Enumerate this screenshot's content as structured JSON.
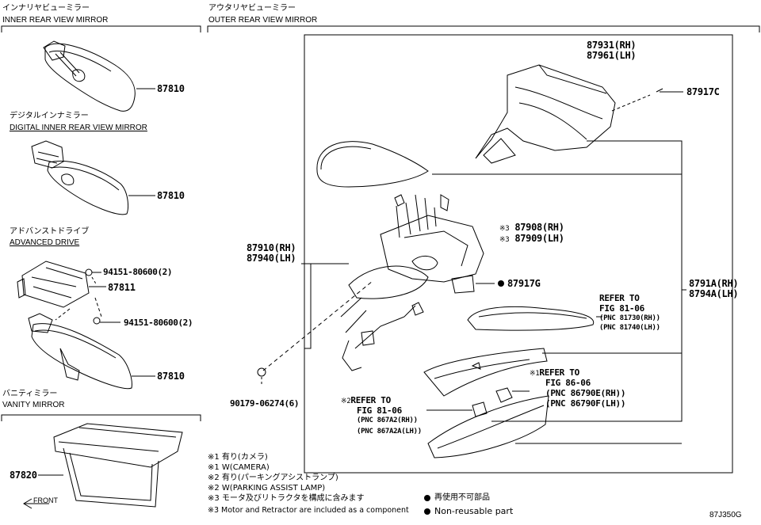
{
  "sections": {
    "inner": {
      "title_jp": "インナリヤビューミラー",
      "title_en": "INNER REAR VIEW MIRROR",
      "part": "87810"
    },
    "digital": {
      "title_jp": "デジタルインナミラー",
      "title_en": "DIGITAL INNER REAR VIEW MIRROR",
      "part": "87810"
    },
    "advanced": {
      "title_jp": "アドバンストドライブ",
      "title_en": "ADVANCED DRIVE",
      "part_bracket": "87811",
      "bolt_top": "94151-80600(2)",
      "bolt_bottom": "94151-80600(2)",
      "part_mirror": "87810"
    },
    "vanity": {
      "title_jp": "バニティミラー",
      "title_en": "VANITY MIRROR",
      "part": "87820",
      "front": "FRONT"
    },
    "outer": {
      "title_jp": "アウタリヤビューミラー",
      "title_en": "OUTER REAR VIEW MIRROR"
    }
  },
  "outer_parts": {
    "housing_rh": "87931(RH)",
    "housing_lh": "87961(LH)",
    "screw": "87917C",
    "retractor_rh": "87908(RH)",
    "retractor_lh": "87909(LH)",
    "retractor_mark": "※3",
    "assy_rh": "87910(RH)",
    "assy_lh": "87940(LH)",
    "pad": "87917G",
    "sub_rh": "8791A(RH)",
    "sub_lh": "8794A(LH)",
    "ref1_title": "REFER TO",
    "ref1_fig": "FIG 81-06",
    "ref1_pnc1": "(PNC 81730(RH))",
    "ref1_pnc2": "(PNC 81740(LH))",
    "ref2_mark": "※1",
    "ref2_title": "REFER TO",
    "ref2_fig": "FIG 86-06",
    "ref2_pnc1": "(PNC 86790E(RH))",
    "ref2_pnc2": "(PNC 86790F(LH))",
    "ref3_mark": "※2",
    "ref3_title": "REFER TO",
    "ref3_fig": "FIG 81-06",
    "ref3_pnc1": "(PNC 867A2(RH))",
    "ref3_pnc2": "(PNC 867A2A(LH))",
    "clip": "90179-06274(6)"
  },
  "notes": [
    "※1 有り(カメラ)",
    "※1 W(CAMERA)",
    "※2 有り(パーキングアシストランプ)",
    "※2 W(PARKING ASSIST LAMP)",
    "※3 モータ及びリトラクタを構成に含みます",
    "※3 Motor and Retractor are included as a component"
  ],
  "legend": {
    "jp": "再使用不可部品",
    "en": "Non-reusable part"
  },
  "diagram_code": "87J350G"
}
